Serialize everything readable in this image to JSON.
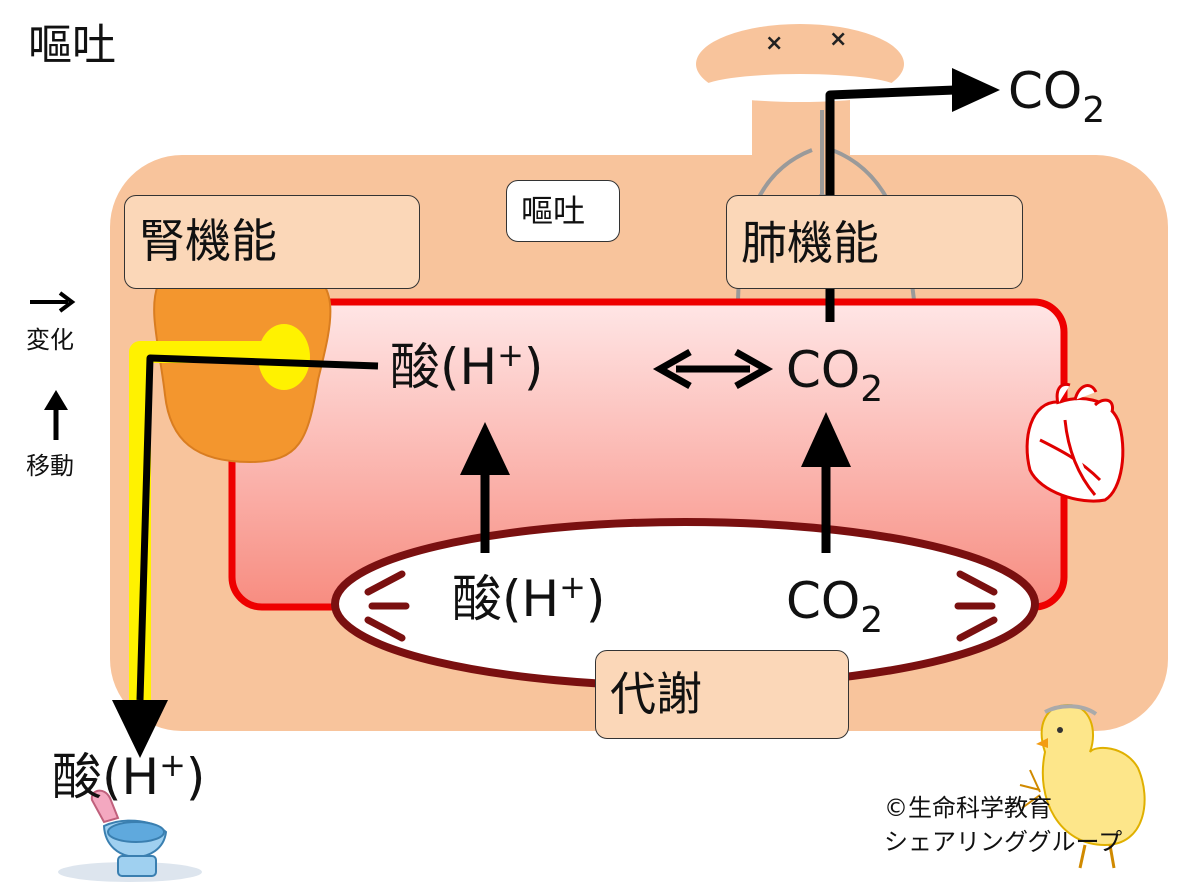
{
  "title": "嘔吐",
  "center_badge": "嘔吐",
  "boxes": {
    "kidney": "腎機能",
    "lung": "肺機能",
    "metabolism": "代謝"
  },
  "legend": {
    "change": "変化",
    "move": "移動"
  },
  "chem": {
    "acid": "酸(H",
    "plus": "+",
    "close": ")",
    "co2": "CO",
    "two": "2"
  },
  "copyright": {
    "line1": "©生命科学教育",
    "line2": "シェアリンググループ"
  },
  "colors": {
    "body": "#f8c49c",
    "blood_red": "#ee0000",
    "metabolism_ring": "#7a1010",
    "kidney": "#f3962e",
    "yellow": "#fff200",
    "box_fill": "#fbd7b8"
  }
}
